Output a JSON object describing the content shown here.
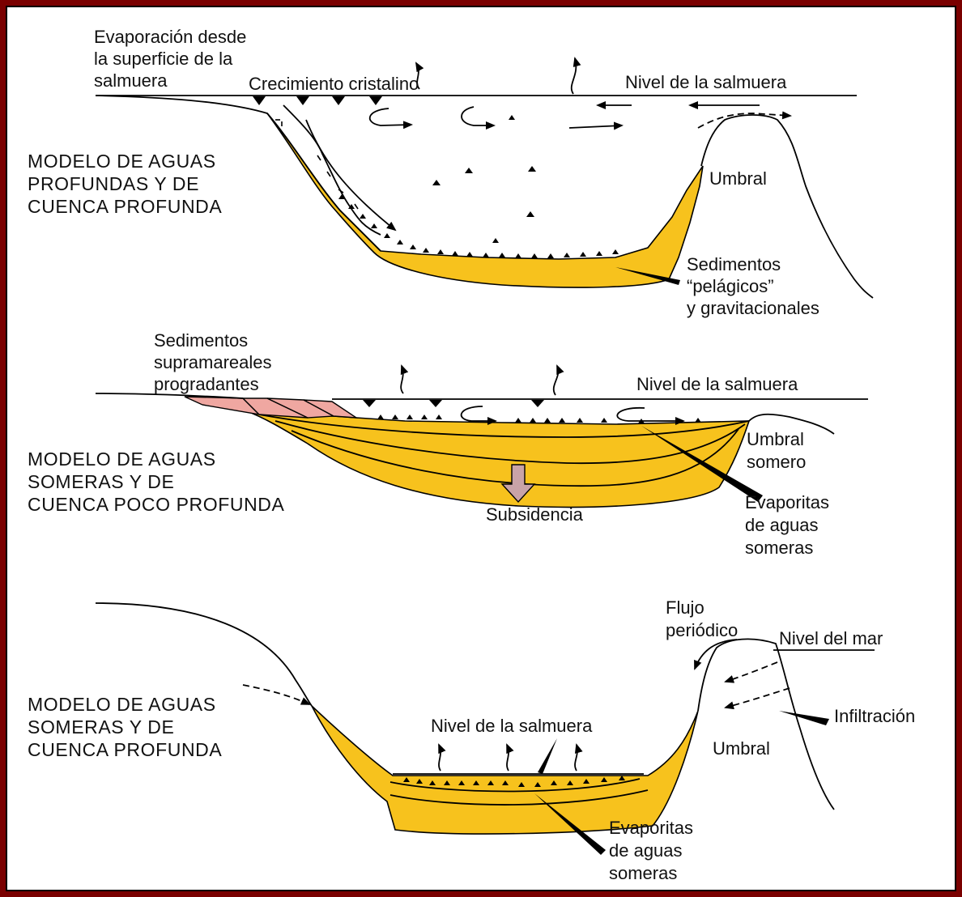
{
  "panel1": {
    "model_title": [
      "MODELO DE AGUAS",
      "PROFUNDAS Y DE",
      "CUENCA PROFUNDA"
    ],
    "evaporation": [
      "Evaporación desde",
      "la superficie de la",
      "salmuera"
    ],
    "crystal_growth": "Crecimiento cristalino",
    "brine_level": "Nivel de la salmuera",
    "sill": "Umbral",
    "sediments": [
      "Sedimentos",
      "“pelágicos”",
      "y gravitacionales"
    ]
  },
  "panel2": {
    "model_title": [
      "MODELO DE AGUAS",
      "SOMERAS Y DE",
      "CUENCA POCO PROFUNDA"
    ],
    "supratidal": [
      "Sedimentos",
      "supramareales",
      "progradantes"
    ],
    "brine_level": "Nivel de la salmuera",
    "shallow_sill": [
      "Umbral",
      "somero"
    ],
    "subsidence": "Subsidencia",
    "evaporites": [
      "Evaporitas",
      "de aguas",
      "someras"
    ]
  },
  "panel3": {
    "model_title": [
      "MODELO DE AGUAS",
      "SOMERAS Y DE",
      "CUENCA PROFUNDA"
    ],
    "periodic_flow": [
      "Flujo",
      "periódico"
    ],
    "sea_level": "Nivel del mar",
    "infiltration": "Infiltración",
    "brine_level": "Nivel de la salmuera",
    "sill": "Umbral",
    "evaporites": [
      "Evaporitas",
      "de aguas",
      "someras"
    ]
  },
  "colors": {
    "sediment_yellow": "#f7c21d",
    "supratidal_pink": "#efa7a1",
    "subsidence_arrow": "#c9a3a8",
    "frame": "#7a0000"
  }
}
